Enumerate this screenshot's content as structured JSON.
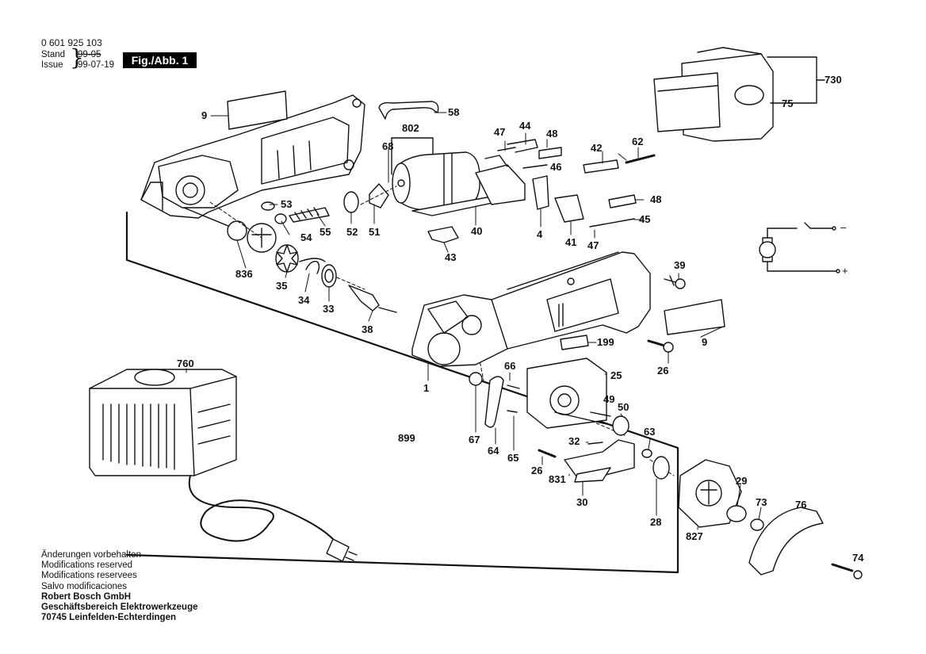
{
  "header": {
    "document_number": "0 601 925 103",
    "stand_label": "Stand",
    "issue_label": "Issue",
    "date_old": "99-05",
    "date_new": "99-07-19",
    "figure_label": "Fig./Abb. 1"
  },
  "footer": {
    "lines": [
      "Änderungen vorbehalten",
      "Modifications reserved",
      "Modifications reservees",
      "Salvo modificaciones"
    ],
    "company": [
      "Robert Bosch GmbH",
      "Geschäftsbereich Elektrowerkzeuge",
      "70745 Leinfelden-Echterdingen"
    ]
  },
  "schematic": {
    "minus": "–",
    "plus": "+"
  },
  "parts": {
    "p9a": "9",
    "p58": "58",
    "p802": "802",
    "p68": "68",
    "p47a": "47",
    "p44": "44",
    "p48a": "48",
    "p46": "46",
    "p42": "42",
    "p62": "62",
    "p730": "730",
    "p75": "75",
    "p53": "53",
    "p55": "55",
    "p52": "52",
    "p51": "51",
    "p54": "54",
    "p40": "40",
    "p4": "4",
    "p41": "41",
    "p48b": "48",
    "p45": "45",
    "p47b": "47",
    "p43": "43",
    "p836": "836",
    "p35": "35",
    "p34": "34",
    "p33": "33",
    "p38": "38",
    "p39": "39",
    "p199": "199",
    "p9b": "9",
    "p26a": "26",
    "p1": "1",
    "p760": "760",
    "p66": "66",
    "p25": "25",
    "p49": "49",
    "p50": "50",
    "p899": "899",
    "p67": "67",
    "p64": "64",
    "p65": "65",
    "p32": "32",
    "p63": "63",
    "p26b": "26",
    "p831": "831",
    "p30": "30",
    "p28": "28",
    "p29": "29",
    "p73": "73",
    "p76": "76",
    "p827": "827",
    "p74": "74"
  },
  "colors": {
    "ink": "#111111",
    "background": "#ffffff",
    "badge": "#000000"
  }
}
